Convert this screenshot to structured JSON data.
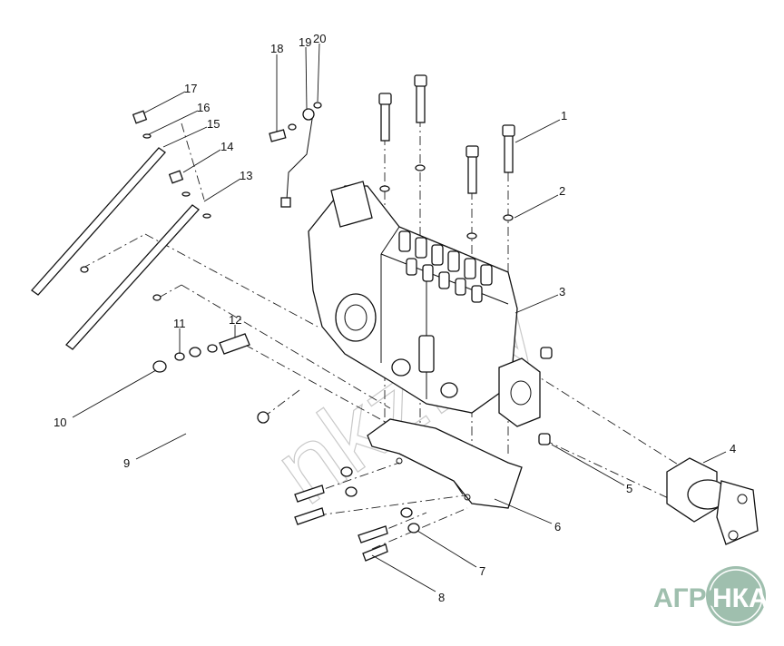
{
  "diagram": {
    "watermark": "nkz.by",
    "logo": {
      "text_left": "АГРО",
      "text_right": "НКА",
      "color": "#9fbfae"
    },
    "callouts": [
      {
        "id": "1",
        "label": "1"
      },
      {
        "id": "2",
        "label": "2"
      },
      {
        "id": "3",
        "label": "3"
      },
      {
        "id": "4",
        "label": "4"
      },
      {
        "id": "5",
        "label": "5"
      },
      {
        "id": "6",
        "label": "6"
      },
      {
        "id": "7",
        "label": "7"
      },
      {
        "id": "8",
        "label": "8"
      },
      {
        "id": "9",
        "label": "9"
      },
      {
        "id": "10",
        "label": "10"
      },
      {
        "id": "11",
        "label": "11"
      },
      {
        "id": "12",
        "label": "12"
      },
      {
        "id": "13",
        "label": "13"
      },
      {
        "id": "14",
        "label": "14"
      },
      {
        "id": "15",
        "label": "15"
      },
      {
        "id": "16",
        "label": "16"
      },
      {
        "id": "17",
        "label": "17"
      },
      {
        "id": "18",
        "label": "18"
      },
      {
        "id": "19",
        "label": "19"
      },
      {
        "id": "20",
        "label": "20"
      }
    ]
  }
}
